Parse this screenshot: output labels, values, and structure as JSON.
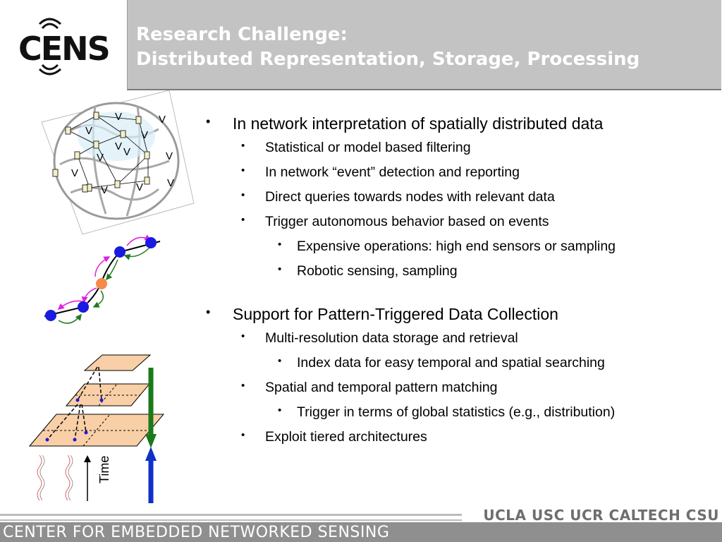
{
  "logo": {
    "text": "CENS"
  },
  "header": {
    "title_line1": "Research Challenge:",
    "title_line2": "Distributed Representation, Storage, Processing"
  },
  "bullets": [
    {
      "level": 1,
      "text": "In network interpretation of spatially distributed data"
    },
    {
      "level": 2,
      "text": "Statistical or model based filtering"
    },
    {
      "level": 2,
      "text": "In network “event” detection and reporting"
    },
    {
      "level": 2,
      "text": "Direct queries towards nodes with relevant data"
    },
    {
      "level": 2,
      "text": "Trigger autonomous behavior based on events"
    },
    {
      "level": 3,
      "text": "Expensive operations: high end sensors or sampling"
    },
    {
      "level": 3,
      "text": "Robotic sensing, sampling"
    },
    {
      "level": 1,
      "text": "Support for Pattern-Triggered Data Collection"
    },
    {
      "level": 2,
      "text": "Multi-resolution data storage and retrieval"
    },
    {
      "level": 3,
      "text": "Index data for easy temporal and spatial searching"
    },
    {
      "level": 2,
      "text": "Spatial and temporal pattern matching"
    },
    {
      "level": 3,
      "text": "Trigger in terms of global statistics  (e.g., distribution)"
    },
    {
      "level": 2,
      "text": "Exploit tiered architectures"
    }
  ],
  "figure_labels": {
    "time_label": "Time",
    "node_labels": [
      "V",
      "V",
      "V",
      "V",
      "V",
      "V",
      "V",
      "V",
      "V",
      "V",
      "V",
      "V"
    ]
  },
  "footer": {
    "universities": "UCLA  USC  UCR  CALTECH  CSU",
    "center_name": "CENTER FOR EMBEDDED NETWORKED SENSING"
  },
  "colors": {
    "header_bg": "#c3c3c3",
    "node_blue": "#1a1ae0",
    "node_orange": "#f58a4a",
    "arrow_green": "#1f7a1f",
    "arrow_blue": "#1030c8",
    "plane_fill": "#f8cfa6",
    "footer_bg": "#8f8f8f"
  }
}
